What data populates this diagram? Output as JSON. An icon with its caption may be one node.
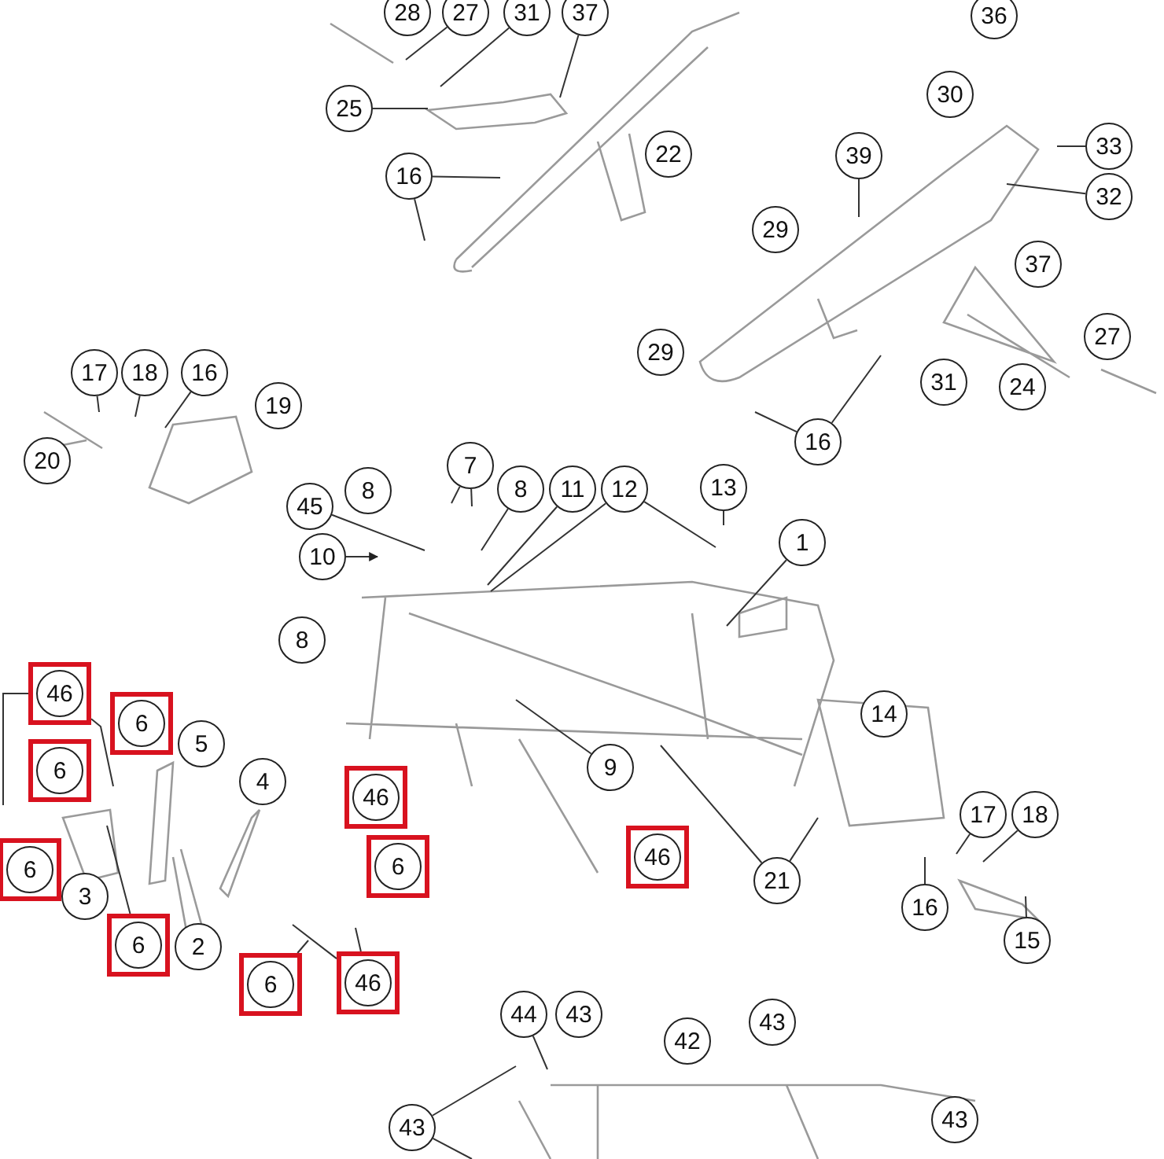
{
  "diagram": {
    "nodes": [
      {
        "text": [
          "28"
        ]
      },
      {
        "text": [
          "27"
        ]
      },
      {
        "text": [
          "31"
        ]
      },
      {
        "text": [
          "37"
        ]
      },
      {
        "text": [
          "36"
        ]
      },
      {
        "text": [
          "30"
        ]
      },
      {
        "text": [
          "25"
        ]
      },
      {
        "text": [
          "33"
        ]
      },
      {
        "text": [
          "22"
        ]
      },
      {
        "text": [
          "39"
        ]
      },
      {
        "text": [
          "16"
        ]
      },
      {
        "text": [
          "32"
        ]
      },
      {
        "text": [
          "29"
        ]
      },
      {
        "text": [
          "37"
        ]
      },
      {
        "text": [
          "27"
        ]
      },
      {
        "text": [
          "29"
        ]
      },
      {
        "text": [
          "17"
        ]
      },
      {
        "text": [
          "18"
        ]
      },
      {
        "text": [
          "16"
        ]
      },
      {
        "text": [
          "31"
        ]
      },
      {
        "text": [
          "24"
        ]
      },
      {
        "text": [
          "19"
        ]
      },
      {
        "text": [
          "16"
        ]
      },
      {
        "text": [
          "20"
        ]
      },
      {
        "text": [
          "7"
        ]
      },
      {
        "text": [
          "13"
        ]
      },
      {
        "text": [
          "8"
        ]
      },
      {
        "text": [
          "8"
        ]
      },
      {
        "text": [
          "11"
        ]
      },
      {
        "text": [
          "12"
        ]
      },
      {
        "text": [
          "45"
        ]
      },
      {
        "text": [
          "1"
        ]
      },
      {
        "text": [
          "10"
        ]
      },
      {
        "text": [
          "8"
        ]
      },
      {
        "text": [],
        "shape": "box"
      },
      {
        "text": [
          "46"
        ],
        "in": 34
      },
      {
        "text": [
          "14"
        ]
      },
      {
        "text": [],
        "shape": "box"
      },
      {
        "text": [
          "6"
        ],
        "in": 37
      },
      {
        "text": [
          "5"
        ]
      },
      {
        "text": [
          "9"
        ]
      },
      {
        "text": [],
        "shape": "box"
      },
      {
        "text": [
          "6"
        ],
        "in": 41
      },
      {
        "text": [
          "4"
        ]
      },
      {
        "text": [],
        "shape": "box"
      },
      {
        "text": [
          "46"
        ],
        "in": 44
      },
      {
        "text": [
          "17"
        ]
      },
      {
        "text": [
          "18"
        ]
      },
      {
        "text": [],
        "shape": "box"
      },
      {
        "text": [
          "46"
        ],
        "in": 48
      },
      {
        "text": [],
        "shape": "box"
      },
      {
        "text": [
          "6"
        ],
        "in": 50
      },
      {
        "text": [],
        "shape": "box"
      },
      {
        "text": [
          "6"
        ],
        "in": 52
      },
      {
        "text": [
          "21"
        ]
      },
      {
        "text": [
          "3"
        ]
      },
      {
        "text": [
          "16"
        ]
      },
      {
        "text": [
          "15"
        ]
      },
      {
        "text": [],
        "shape": "box"
      },
      {
        "text": [
          "6"
        ],
        "in": 58
      },
      {
        "text": [
          "2"
        ]
      },
      {
        "text": [],
        "shape": "box"
      },
      {
        "text": [
          "6"
        ],
        "in": 61
      },
      {
        "text": [],
        "shape": "box"
      },
      {
        "text": [
          "46"
        ],
        "in": 63
      },
      {
        "text": [
          "44"
        ]
      },
      {
        "text": [
          "43"
        ]
      },
      {
        "text": [
          "43"
        ]
      },
      {
        "text": [
          "42"
        ]
      },
      {
        "text": [
          "43"
        ]
      },
      {
        "text": [
          "43"
        ]
      }
    ],
    "edges": [
      {
        "from": 1,
        "to": null,
        "arrow": "none"
      },
      {
        "from": 2,
        "to": null,
        "arrow": "none"
      },
      {
        "from": 3,
        "to": null,
        "arrow": "none"
      },
      {
        "from": 6,
        "to": null,
        "arrow": "none"
      },
      {
        "from": 9,
        "to": null,
        "arrow": "none"
      },
      {
        "from": 10,
        "to": null,
        "arrow": "none"
      },
      {
        "from": 10,
        "to": null,
        "arrow": "none"
      },
      {
        "from": 7,
        "to": null,
        "arrow": "none"
      },
      {
        "from": 11,
        "to": null,
        "arrow": "none"
      },
      {
        "from": 16,
        "to": null,
        "arrow": "none"
      },
      {
        "from": 17,
        "to": null,
        "arrow": "none"
      },
      {
        "from": 18,
        "to": null,
        "arrow": "none"
      },
      {
        "from": 22,
        "to": null,
        "arrow": "none"
      },
      {
        "from": 22,
        "to": null,
        "arrow": "none"
      },
      {
        "from": 24,
        "to": null,
        "arrow": "none"
      },
      {
        "from": 24,
        "to": null,
        "arrow": "none"
      },
      {
        "from": 27,
        "to": null,
        "arrow": "none"
      },
      {
        "from": 28,
        "to": null,
        "arrow": "none"
      },
      {
        "from": 29,
        "to": null,
        "arrow": "none"
      },
      {
        "from": 29,
        "to": null,
        "arrow": "none"
      },
      {
        "from": 25,
        "to": null,
        "arrow": "none"
      },
      {
        "from": 30,
        "to": null,
        "arrow": "none"
      },
      {
        "from": 31,
        "to": null,
        "arrow": "none"
      },
      {
        "from": 32,
        "to": null,
        "arrow": "to"
      },
      {
        "from": 34,
        "to": null,
        "arrow": "none"
      },
      {
        "from": 34,
        "to": null,
        "arrow": "none"
      },
      {
        "from": 40,
        "to": null,
        "arrow": "none"
      },
      {
        "from": 46,
        "to": null,
        "arrow": "none"
      },
      {
        "from": 47,
        "to": null,
        "arrow": "none"
      },
      {
        "from": 54,
        "to": null,
        "arrow": "none"
      },
      {
        "from": 54,
        "to": null,
        "arrow": "none"
      },
      {
        "from": 56,
        "to": null,
        "arrow": "none"
      },
      {
        "from": 57,
        "to": null,
        "arrow": "none"
      },
      {
        "from": 58,
        "to": null,
        "arrow": "none"
      },
      {
        "from": 61,
        "to": null,
        "arrow": "none"
      },
      {
        "from": 63,
        "to": null,
        "arrow": "none"
      },
      {
        "from": 63,
        "to": null,
        "arrow": "none"
      },
      {
        "from": 65,
        "to": null,
        "arrow": "none"
      },
      {
        "from": 70,
        "to": null,
        "arrow": "none"
      },
      {
        "from": 70,
        "to": null,
        "arrow": "none"
      }
    ]
  }
}
